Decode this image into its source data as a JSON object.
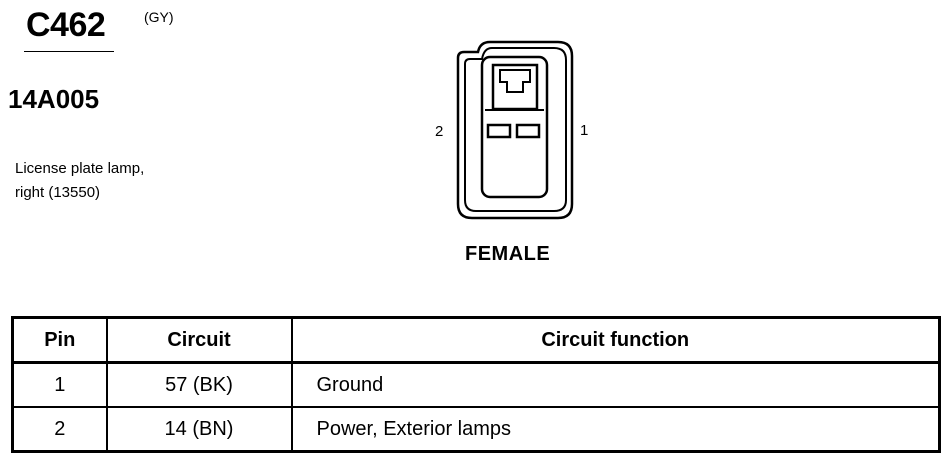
{
  "header": {
    "connector_id": "C462",
    "color_code": "(GY)",
    "part_number": "14A005",
    "description_line1": "License plate lamp,",
    "description_line2": "right (13550)"
  },
  "connector": {
    "pin_left_label": "2",
    "pin_right_label": "1",
    "gender": "FEMALE"
  },
  "table": {
    "headers": [
      "Pin",
      "Circuit",
      "Circuit function"
    ],
    "rows": [
      {
        "pin": "1",
        "circuit": "57 (BK)",
        "function": "Ground"
      },
      {
        "pin": "2",
        "circuit": "14 (BN)",
        "function": "Power, Exterior lamps"
      }
    ]
  }
}
